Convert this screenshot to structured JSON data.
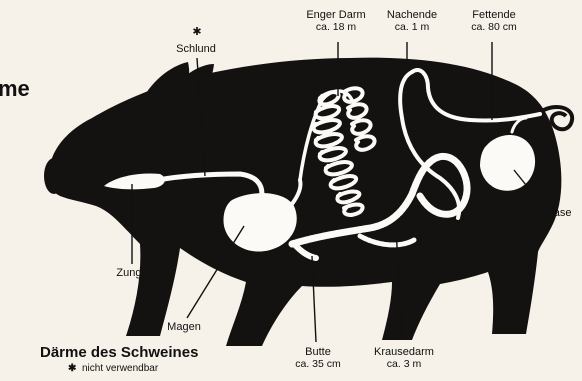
{
  "diagram": {
    "title_fragment": "me",
    "caption": {
      "title": "Därme des Schweines",
      "note_marker": "✱",
      "note": "nicht verwendbar"
    },
    "labels": {
      "schlund": {
        "marker": "✱",
        "name": "Schlund"
      },
      "enger_darm": {
        "name": "Enger Darm",
        "length": "ca. 18 m"
      },
      "nachende": {
        "name": "Nachende",
        "length": "ca. 1 m"
      },
      "fettende": {
        "name": "Fettende",
        "length": "ca. 80 cm"
      },
      "blase": {
        "name": "Blase"
      },
      "zunge": {
        "name": "Zunge"
      },
      "magen": {
        "name": "Magen"
      },
      "butte": {
        "name": "Butte",
        "length": "ca. 35 cm"
      },
      "krausedarm": {
        "name": "Krausedarm",
        "length": "ca. 3 m"
      }
    },
    "colors": {
      "silhouette": "#141210",
      "organ": "#fbfaf6",
      "paper": "#f6f2e9"
    }
  }
}
